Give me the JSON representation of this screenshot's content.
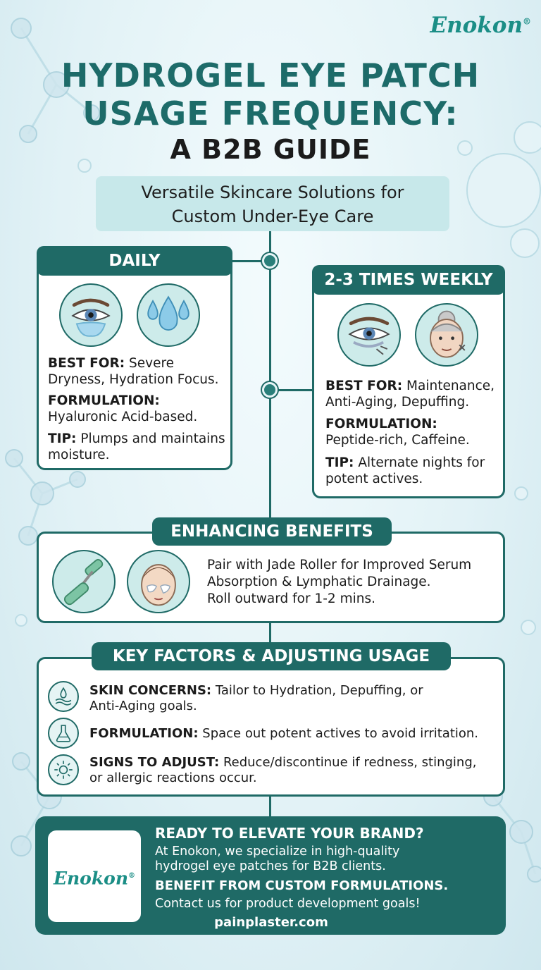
{
  "brand": {
    "name": "Enokon",
    "mark": "®"
  },
  "title": {
    "line1": "HYDROGEL EYE PATCH",
    "line2": "USAGE FREQUENCY:",
    "line3": "A B2B GUIDE"
  },
  "subtitle": {
    "line1": "Versatile Skincare Solutions for",
    "line2": "Custom Under-Eye Care"
  },
  "daily": {
    "heading": "DAILY",
    "best_label": "BEST FOR:",
    "best_line1": "Severe",
    "best_line2": "Dryness, Hydration Focus.",
    "formulation_label": "FORMULATION:",
    "formulation_value": "Hyaluronic Acid-based.",
    "tip_label": "TIP:",
    "tip_line1": "Plumps and maintains",
    "tip_line2": "moisture.",
    "icons": [
      "eye-patch-icon",
      "water-drops-icon"
    ]
  },
  "weekly": {
    "heading": "2-3 TIMES WEEKLY",
    "best_label": "BEST FOR:",
    "best_line1": "Maintenance,",
    "best_line2": "Anti-Aging, Depuffing.",
    "formulation_label": "FORMULATION:",
    "formulation_value": "Peptide-rich, Caffeine.",
    "tip_label": "TIP:",
    "tip_line1": "Alternate nights for",
    "tip_line2": "potent actives.",
    "icons": [
      "puffy-eye-icon",
      "elderly-face-icon"
    ]
  },
  "enhancing": {
    "heading": "ENHANCING BENEFITS",
    "line1": "Pair with Jade Roller for Improved Serum",
    "line2": "Absorption & Lymphatic Drainage.",
    "line3": "Roll outward for 1-2 mins.",
    "icons": [
      "jade-roller-icon",
      "face-with-patches-icon"
    ]
  },
  "factors": {
    "heading": "KEY FACTORS & ADJUSTING USAGE",
    "items": [
      {
        "label": "SKIN CONCERNS:",
        "line1": "Tailor to Hydration, Depuffing, or",
        "line2": "Anti-Aging goals.",
        "icon": "skin-drops-icon"
      },
      {
        "label": "FORMULATION:",
        "line1": "Space out potent actives to avoid irritation.",
        "line2": "",
        "icon": "flask-icon"
      },
      {
        "label": "SIGNS TO ADJUST:",
        "line1": "Reduce/discontinue if redness, stinging,",
        "line2": "or allergic reactions occur.",
        "icon": "irritation-icon"
      }
    ]
  },
  "cta": {
    "heading1": "READY TO ELEVATE YOUR BRAND?",
    "para1_line1": "At Enokon, we specialize in high-quality",
    "para1_line2": "hydrogel eye patches for B2B clients.",
    "heading2": "BENEFIT FROM CUSTOM FORMULATIONS.",
    "para2": "Contact us for product development goals!",
    "website": "painplaster.com"
  },
  "colors": {
    "primary": "#1f6a66",
    "title": "#1d6b69",
    "brand": "#1b8e86",
    "subtitle_bg": "#c7e8ea",
    "icon_bg": "#cdebea"
  }
}
